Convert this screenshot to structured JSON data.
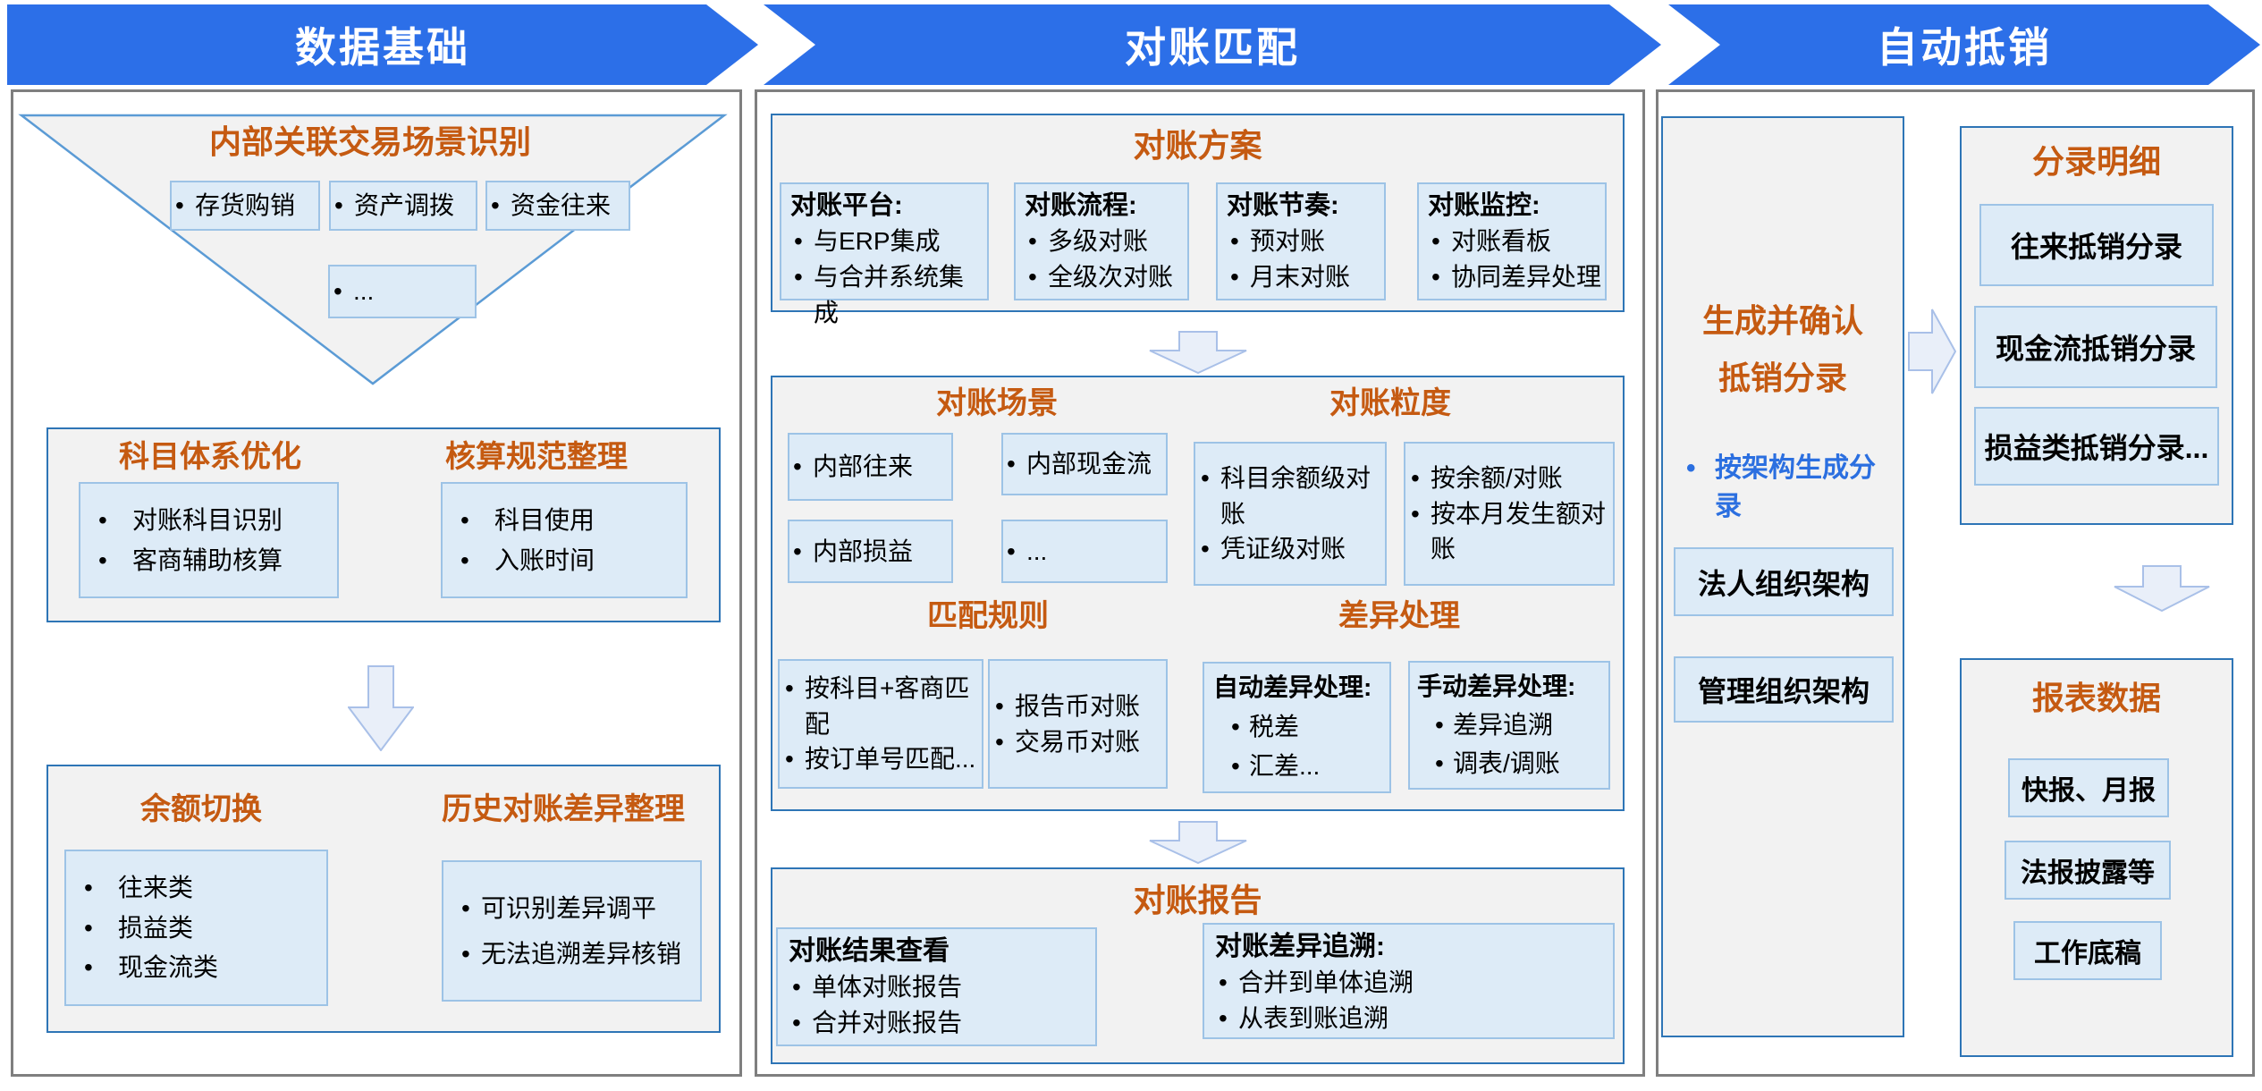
{
  "colors": {
    "header_blue": "#2C6FE8",
    "title_orange": "#C55A11",
    "panel_border_grey": "#7F7F7F",
    "container_fill": "#F2F2F2",
    "container_border_blue": "#2E75B6",
    "box_fill": "#DDEBF7",
    "box_border": "#9DC3E6",
    "arrow_fill": "#E9EFF9",
    "arrow_border": "#A9C0E8",
    "accent_blue_text": "#2B6FE0"
  },
  "headers": [
    {
      "label": "数据基础"
    },
    {
      "label": "对账匹配"
    },
    {
      "label": "自动抵销"
    }
  ],
  "left": {
    "funnel": {
      "title": "内部关联交易场景识别",
      "items": [
        "存货购销",
        "资产调拨",
        "资金往来",
        "..."
      ]
    },
    "subject": {
      "title": "科目体系优化",
      "items": [
        "对账科目识别",
        "客商辅助核算"
      ]
    },
    "standard": {
      "title": "核算规范整理",
      "items": [
        "科目使用",
        "入账时间"
      ]
    },
    "balance": {
      "title": "余额切换",
      "items": [
        "往来类",
        "损益类",
        "现金流类"
      ]
    },
    "history": {
      "title": "历史对账差异整理",
      "items": [
        "可识别差异调平",
        "无法追溯差异核销"
      ]
    }
  },
  "middle": {
    "plan": {
      "title": "对账方案",
      "boxes": [
        {
          "heading": "对账平台:",
          "items": [
            "与ERP集成",
            "与合并系统集成"
          ]
        },
        {
          "heading": "对账流程:",
          "items": [
            "多级对账",
            "全级次对账"
          ]
        },
        {
          "heading": "对账节奏:",
          "items": [
            "预对账",
            "月末对账"
          ]
        },
        {
          "heading": "对账监控:",
          "items": [
            "对账看板",
            "协同差异处理"
          ]
        }
      ]
    },
    "scene": {
      "title": "对账场景",
      "items": [
        "内部往来",
        "内部现金流",
        "内部损益",
        "..."
      ]
    },
    "granularity": {
      "title": "对账粒度",
      "box1": [
        "科目余额级对账",
        "凭证级对账"
      ],
      "box2": [
        "按余额/对账",
        "按本月发生额对账"
      ]
    },
    "rules": {
      "title": "匹配规则",
      "box1": [
        "按科目+客商匹配",
        "按订单号匹配..."
      ],
      "box2": [
        "报告币对账",
        "交易币对账"
      ]
    },
    "diff": {
      "title": "差异处理",
      "box1": {
        "heading": "自动差异处理:",
        "items": [
          "税差",
          "汇差..."
        ]
      },
      "box2": {
        "heading": "手动差异处理:",
        "items": [
          "差异追溯",
          "调表/调账"
        ]
      }
    },
    "report": {
      "title": "对账报告",
      "box1": {
        "heading": "对账结果查看",
        "items": [
          "单体对账报告",
          "合并对账报告"
        ]
      },
      "box2": {
        "heading": "对账差异追溯:",
        "items": [
          "合并到单体追溯",
          "从表到账追溯"
        ]
      }
    }
  },
  "right": {
    "generate": {
      "title_line1": "生成并确认",
      "title_line2": "抵销分录",
      "bullet": "按架构生成分录",
      "boxes": [
        "法人组织架构",
        "管理组织架构"
      ]
    },
    "detail": {
      "title": "分录明细",
      "boxes": [
        "往来抵销分录",
        "现金流抵销分录",
        "损益类抵销分录..."
      ]
    },
    "report": {
      "title": "报表数据",
      "boxes": [
        "快报、月报",
        "法报披露等",
        "工作底稿"
      ]
    }
  }
}
